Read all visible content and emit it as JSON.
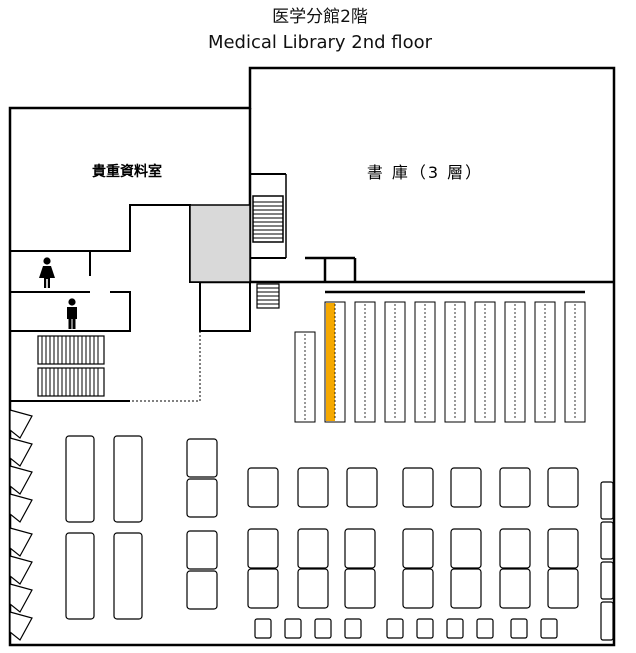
{
  "header": {
    "title_ja": "医学分館2階",
    "title_en": "Medical Library 2nd floor"
  },
  "rooms": {
    "rare_books": "貴重資料室",
    "stacks": "書 庫（3 層）"
  },
  "icons": {
    "restroom_women": "female-restroom-icon",
    "restroom_men": "male-restroom-icon"
  },
  "colors": {
    "walls": "#000000",
    "elevator_fill": "#d9d9d9",
    "highlight_shelf": "#f5a800"
  }
}
